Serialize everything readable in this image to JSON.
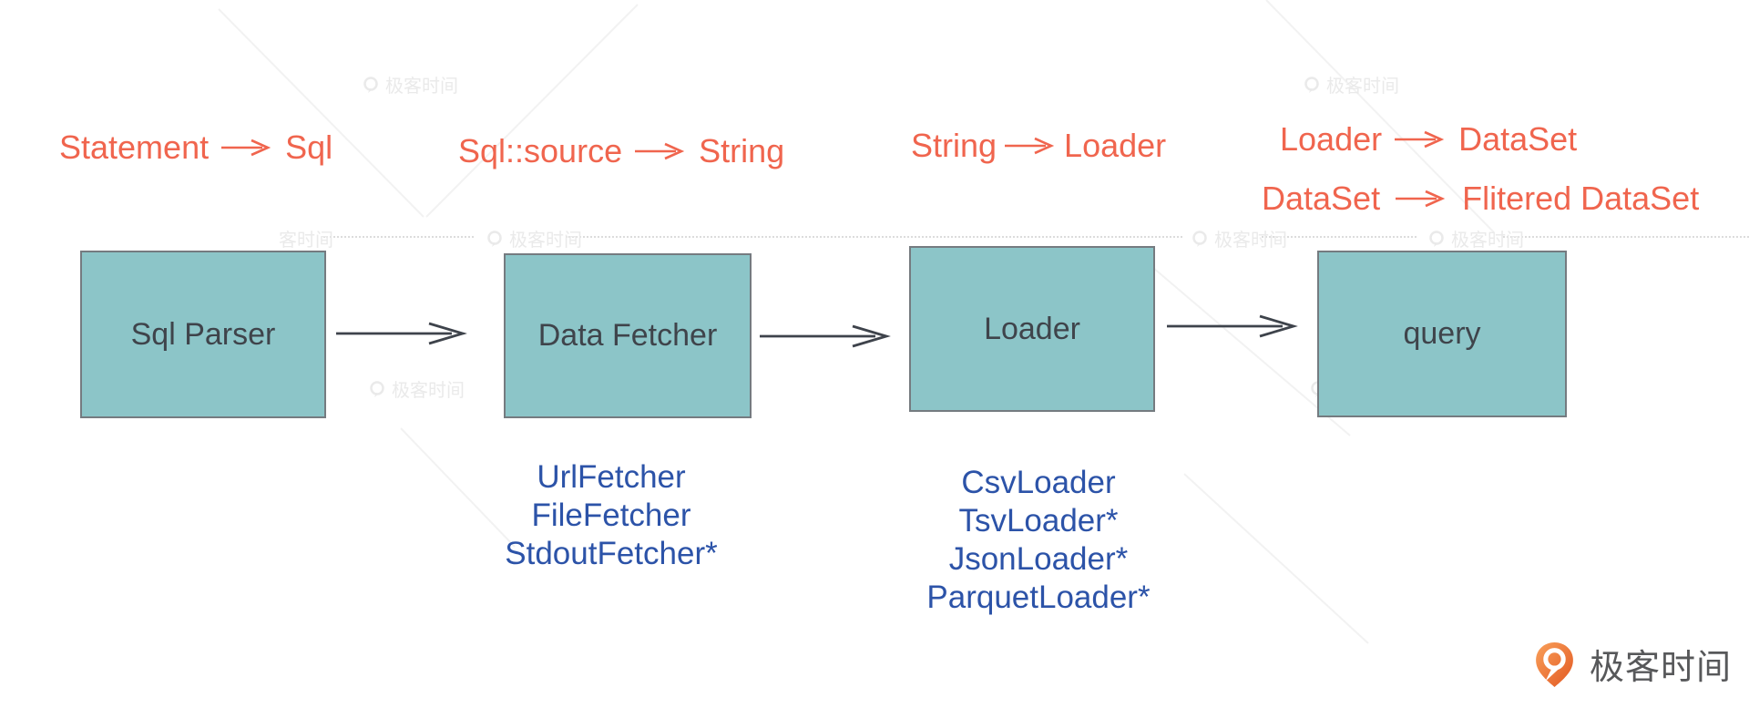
{
  "type_annotations": [
    {
      "from": "Statement",
      "to": "Sql"
    },
    {
      "from": "Sql::source",
      "to": "String"
    },
    {
      "from": "String",
      "to": "Loader"
    },
    {
      "from": "Loader",
      "to": "DataSet"
    },
    {
      "from": "DataSet",
      "to": "Flitered DataSet"
    }
  ],
  "pipeline": {
    "nodes": [
      {
        "label": "Sql Parser"
      },
      {
        "label": "Data Fetcher",
        "implementations": [
          "UrlFetcher",
          "FileFetcher",
          "StdoutFetcher*"
        ]
      },
      {
        "label": "Loader",
        "implementations": [
          "CsvLoader",
          "TsvLoader*",
          "JsonLoader*",
          "ParquetLoader*"
        ]
      },
      {
        "label": "query"
      }
    ]
  },
  "branding": {
    "name": "极客时间"
  },
  "watermark": {
    "text": "极客时间",
    "partial_text": "客时间"
  },
  "colors": {
    "annotation_orange": "#F0654E",
    "implementation_blue": "#2C53A8",
    "node_fill": "#8CC5C8",
    "node_border": "#757B80",
    "node_text": "#3F444B",
    "flow_arrow": "#3E434B",
    "brand_text_gray": "#57585A",
    "brand_orange_dark": "#E25822",
    "brand_orange_light": "#F9A05A",
    "watermark_gray": "#EAEAEA"
  }
}
